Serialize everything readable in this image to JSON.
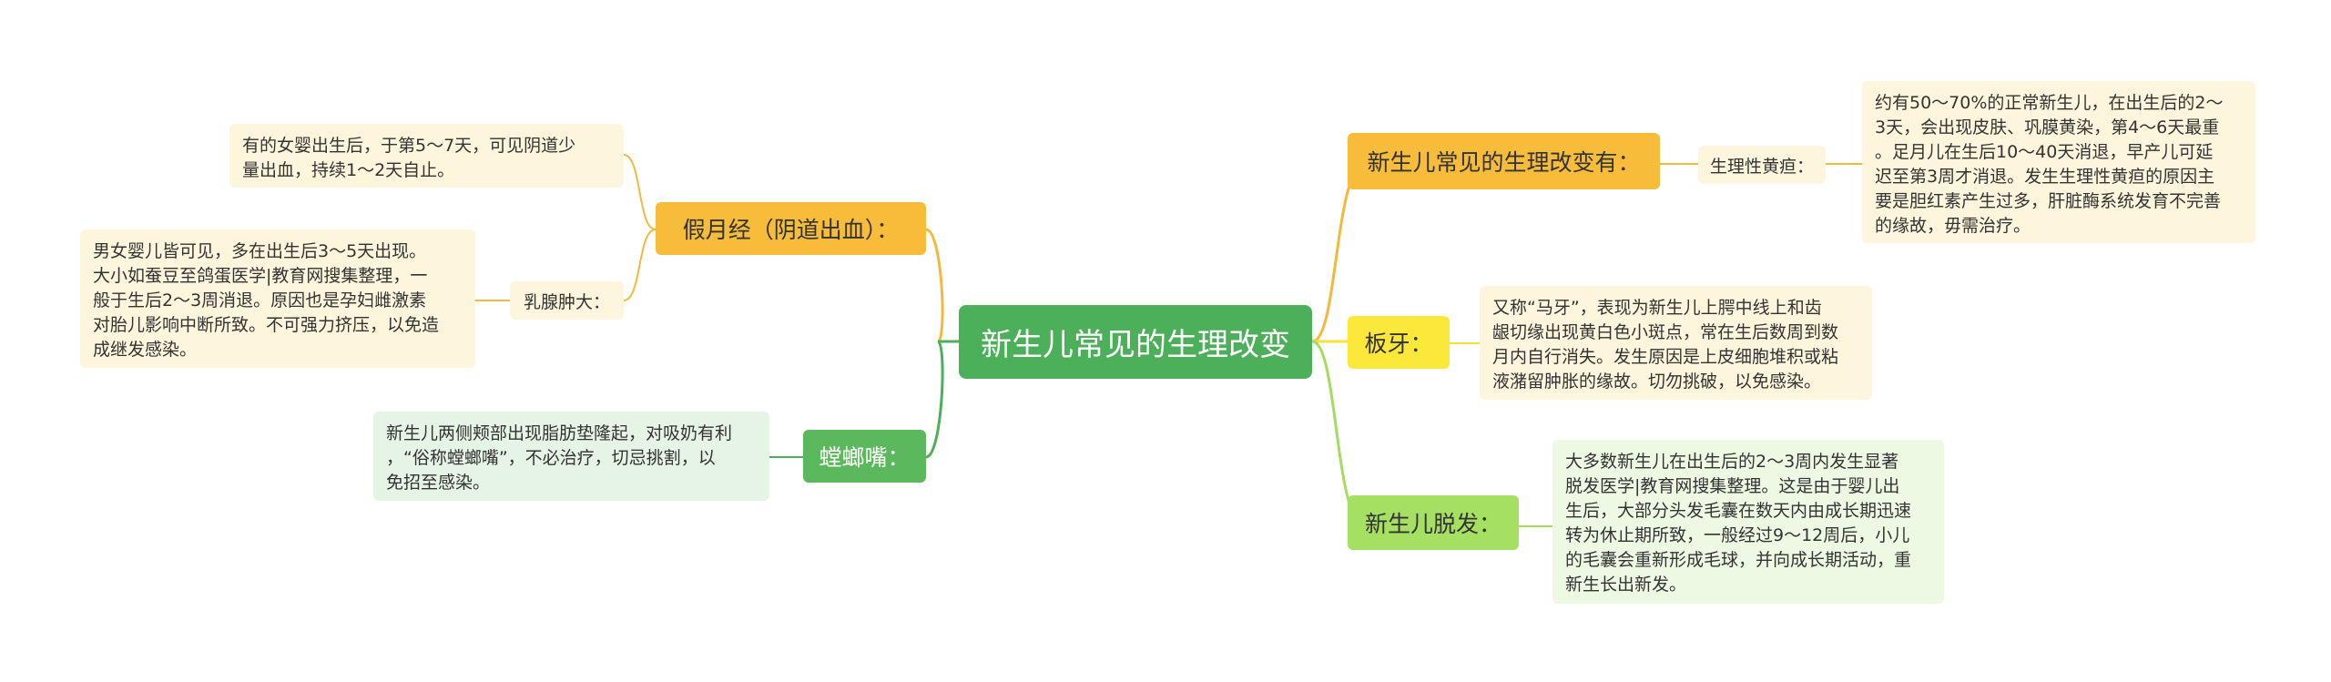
{
  "center": {
    "label": "新生儿常见的生理改变"
  },
  "right_branches": [
    {
      "label": "新生儿常见的生理改变有：",
      "sub_label": "生理性黄疸：",
      "leaf": "约有50～70%的正常新生儿，在出生后的2～\n3天，会出现皮肤、巩膜黄染，第4～6天最重\n。足月儿在生后10～40天消退，早产儿可延\n迟至第3周才消退。发生生理性黄疸的原因主\n要是胆红素产生过多，肝脏酶系统发育不完善\n的缘故，毋需治疗。"
    },
    {
      "label": "板牙：",
      "leaf": "又称“马牙”，表现为新生儿上腭中线上和齿\n龈切缘出现黄白色小斑点，常在生后数周到数\n月内自行消失。发生原因是上皮细胞堆积或粘\n液潴留肿胀的缘故。切勿挑破，以免感染。"
    },
    {
      "label": "新生儿脱发：",
      "leaf": "大多数新生儿在出生后的2～3周内发生显著\n脱发医学|教育网搜集整理。这是由于婴儿出\n生后，大部分头发毛囊在数天内由成长期迅速\n转为休止期所致，一般经过9～12周后，小儿\n的毛囊会重新形成毛球，并向成长期活动，重\n新生长出新发。"
    }
  ],
  "left_branches": [
    {
      "label": "假月经（阴道出血）：",
      "leaf": "有的女婴出生后，于第5～7天，可见阴道少\n量出血，持续1～2天自止。",
      "sub_label": "乳腺肿大：",
      "sub_leaf": "男女婴儿皆可见，多在出生后3～5天出现。\n大小如蚕豆至鸽蛋医学|教育网搜集整理，一\n般于生后2～3周消退。原因也是孕妇雌激素\n对胎儿影响中断所致。不可强力挤压，以免造\n成继发感染。"
    },
    {
      "label": "螳螂嘴：",
      "leaf": "新生儿两侧颊部出现脂肪垫隆起，对吸奶有利\n，“俗称螳螂嘴”，不必治疗，切忌挑割，以\n免招至感染。"
    }
  ],
  "colors": {
    "center": "#4caf5a",
    "branch_orange": "#f7bd3a",
    "branch_yellow": "#fbe83b",
    "branch_lime": "#a5e063",
    "branch_green": "#5cb85c",
    "leaf_cream": "#fdf6dc",
    "leaf_green": "#e6f4e6",
    "leaf_lime": "#eef9e3",
    "line_orange": "#f5b83c",
    "line_yellow": "#f5e33c",
    "line_lime": "#a5dc5f",
    "line_green": "#4caf5a"
  }
}
